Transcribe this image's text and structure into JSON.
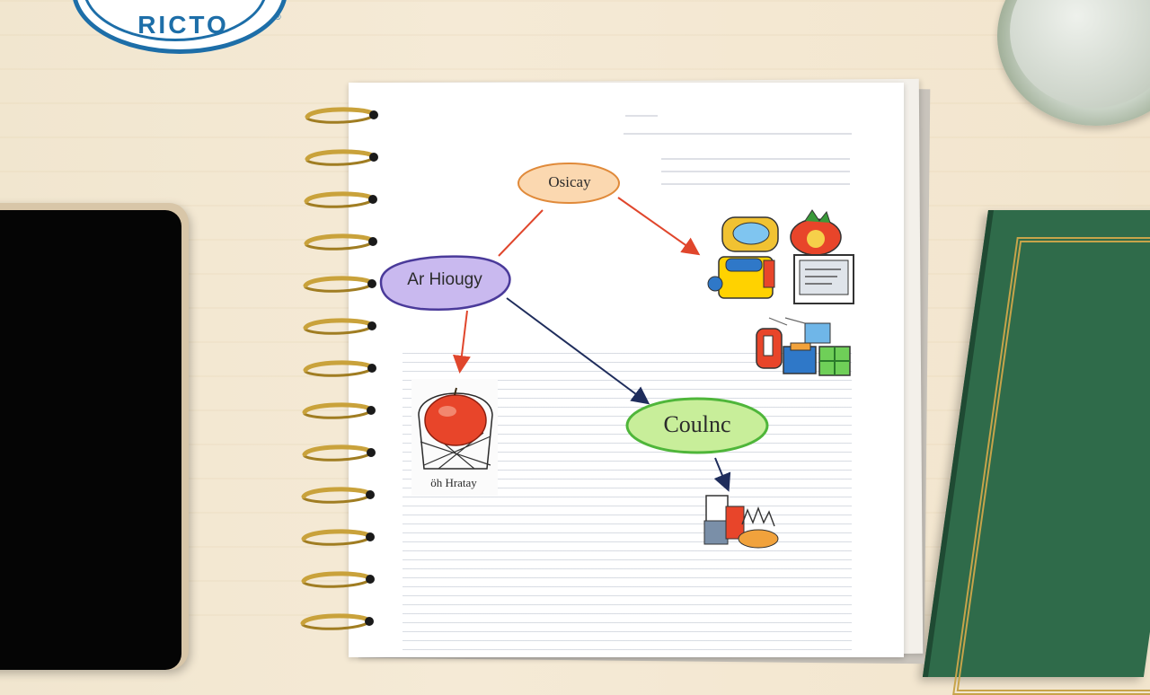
{
  "logo": {
    "text": "RICTO",
    "reg_mark": "®"
  },
  "mindmap": {
    "nodes": {
      "top": {
        "label": "Osicay",
        "color": "#f6c48f"
      },
      "left": {
        "label": "Ar Hiougy",
        "color": "#b9a6e8"
      },
      "right": {
        "label": "Coulnc",
        "color": "#a7e27a"
      },
      "apple_caption": "öh Hratay"
    }
  },
  "icons": [
    "apple-basket-icon",
    "toys-cluster-icon",
    "fruit-basket-icon",
    "monitor-icon",
    "gifts-cluster-icon",
    "household-items-icon"
  ],
  "colors": {
    "ring_gold": "#c9a23b",
    "book_green": "#2f6b4a",
    "logo_blue": "#1d6ea8"
  }
}
